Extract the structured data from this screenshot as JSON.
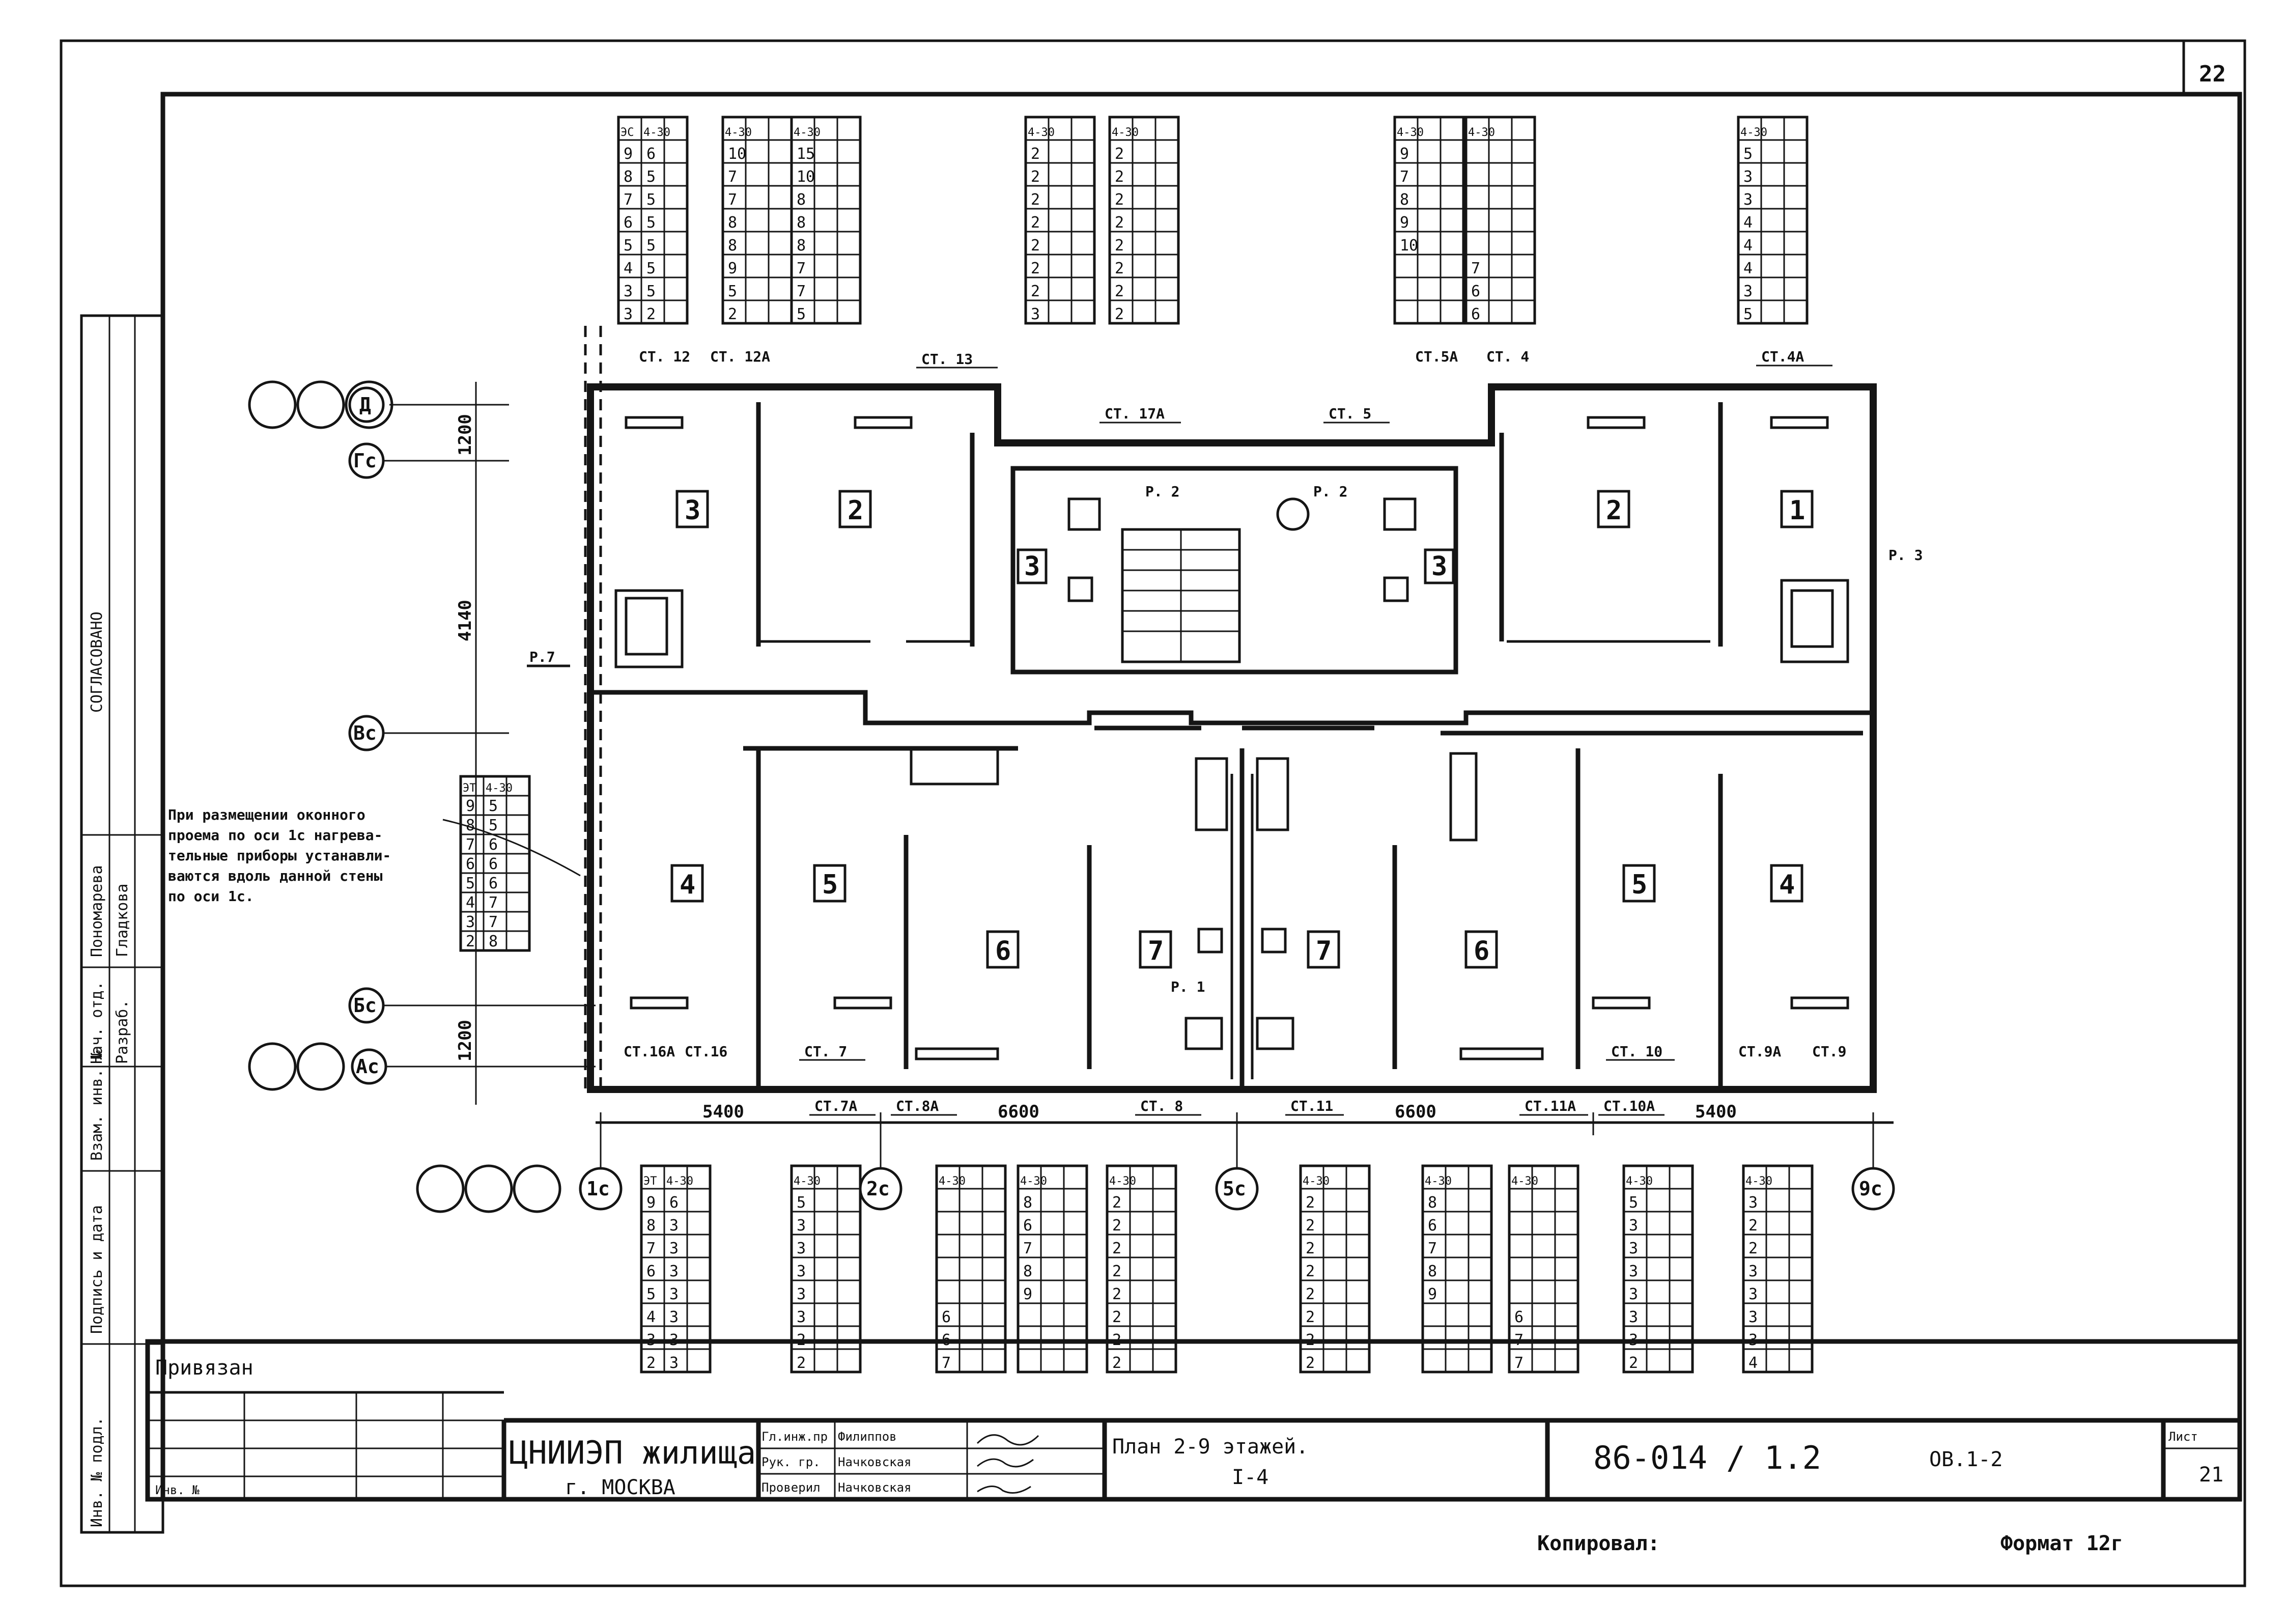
{
  "sheet_corner_number": "22",
  "pipe_legend": {
    "dia_label": "Д",
    "gs_label": "Гс",
    "vs_label": "Вс",
    "bs_label": "Бс",
    "as_label": "Ас"
  },
  "axes": [
    "1с",
    "2с",
    "5с",
    "9с"
  ],
  "dimensions": {
    "d1": "5400",
    "d2": "6600",
    "d3": "6600",
    "d4": "5400",
    "v1": "1200",
    "v2": "4140",
    "v3": "1200"
  },
  "risers": {
    "st13": "СТ. 13",
    "st12": "СТ. 12",
    "st12a": "СТ. 12А",
    "st17a": "СТ. 17А",
    "st5": "СТ. 5",
    "st5a": "СТ.5А",
    "st4": "СТ. 4",
    "st4a": "СТ.4А",
    "st16a": "СТ.16А",
    "st16": "СТ.16",
    "st7": "СТ. 7",
    "st7a": "СТ.7А",
    "st8a": "СТ.8А",
    "st8": "СТ. 8",
    "st11": "СТ.11",
    "st11a": "СТ.11А",
    "st10a": "СТ.10А",
    "st10": "СТ. 10",
    "st9a": "СТ.9А",
    "st9": "СТ.9"
  },
  "drains": {
    "r2": "Р. 2",
    "r2b": "Р. 2",
    "r3": "Р. 3",
    "r1": "Р. 1",
    "r7": "Р.7"
  },
  "rooms": {
    "top_left_a": "3",
    "top_left_b": "2",
    "stair_left": "3",
    "stair_right": "3",
    "top_right_a": "2",
    "top_right_b": "1",
    "bot_4l": "4",
    "bot_5l": "5",
    "bot_6l": "6",
    "bot_7l": "7",
    "bot_7r": "7",
    "bot_6r": "6",
    "bot_5r": "5",
    "bot_4r": "4"
  },
  "note_text": [
    "При размещении оконного",
    "проема по оси 1с нагрева-",
    "тельные приборы устанавли-",
    "ваются вдоль данной стены",
    "по оси 1с."
  ],
  "top_tables": [
    {
      "headers": [
        "ЭС",
        "4-30"
      ],
      "cols": 2,
      "values": [
        [
          "9",
          "6"
        ],
        [
          "8",
          "5"
        ],
        [
          "7",
          "5"
        ],
        [
          "6",
          "5"
        ],
        [
          "5",
          "5"
        ],
        [
          "4",
          "5"
        ],
        [
          "3",
          "5"
        ],
        [
          "3",
          "2"
        ]
      ]
    },
    {
      "headers": [
        "4-30",
        ""
      ],
      "cols": 2,
      "values": [
        [
          "10",
          ""
        ],
        [
          "7",
          ""
        ],
        [
          "7",
          ""
        ],
        [
          "8",
          ""
        ],
        [
          "8",
          ""
        ],
        [
          "9",
          ""
        ],
        [
          "5",
          ""
        ],
        [
          "2",
          ""
        ]
      ]
    },
    {
      "headers": [
        "4-30",
        ""
      ],
      "cols": 2,
      "values": [
        [
          "15",
          ""
        ],
        [
          "10",
          ""
        ],
        [
          "8",
          ""
        ],
        [
          "8",
          ""
        ],
        [
          "8",
          ""
        ],
        [
          "7",
          ""
        ],
        [
          "7",
          ""
        ],
        [
          "5",
          ""
        ]
      ]
    },
    {
      "headers": [
        "4-30",
        ""
      ],
      "cols": 2,
      "values": [
        [
          "2",
          ""
        ],
        [
          "2",
          ""
        ],
        [
          "2",
          ""
        ],
        [
          "2",
          ""
        ],
        [
          "2",
          ""
        ],
        [
          "2",
          ""
        ],
        [
          "2",
          ""
        ],
        [
          "3",
          ""
        ]
      ]
    },
    {
      "headers": [
        "4-30",
        ""
      ],
      "cols": 2,
      "values": [
        [
          "2",
          ""
        ],
        [
          "2",
          ""
        ],
        [
          "2",
          ""
        ],
        [
          "2",
          ""
        ],
        [
          "2",
          ""
        ],
        [
          "2",
          ""
        ],
        [
          "2",
          ""
        ],
        [
          "2",
          ""
        ]
      ]
    },
    {
      "headers": [
        "4-30",
        ""
      ],
      "cols": 2,
      "values": [
        [
          "9",
          ""
        ],
        [
          "7",
          ""
        ],
        [
          "8",
          ""
        ],
        [
          "9",
          ""
        ],
        [
          "10",
          ""
        ],
        [
          "",
          ""
        ],
        [
          "",
          ""
        ],
        [
          "",
          ""
        ]
      ]
    },
    {
      "headers": [
        "4-30",
        ""
      ],
      "cols": 2,
      "values": [
        [
          "",
          ""
        ],
        [
          "",
          ""
        ],
        [
          "",
          ""
        ],
        [
          "",
          ""
        ],
        [
          "",
          ""
        ],
        [
          "7",
          ""
        ],
        [
          "6",
          ""
        ],
        [
          "6",
          ""
        ]
      ]
    },
    {
      "headers": [
        "4-30",
        ""
      ],
      "cols": 2,
      "values": [
        [
          "5",
          ""
        ],
        [
          "3",
          ""
        ],
        [
          "3",
          ""
        ],
        [
          "4",
          ""
        ],
        [
          "4",
          ""
        ],
        [
          "4",
          ""
        ],
        [
          "3",
          ""
        ],
        [
          "5",
          ""
        ]
      ]
    }
  ],
  "left_table": {
    "headers": [
      "ЭТ",
      "4-30"
    ],
    "values": [
      [
        "9",
        "5"
      ],
      [
        "8",
        "5"
      ],
      [
        "7",
        "6"
      ],
      [
        "6",
        "6"
      ],
      [
        "5",
        "6"
      ],
      [
        "4",
        "7"
      ],
      [
        "3",
        "7"
      ],
      [
        "2",
        "8"
      ]
    ]
  },
  "bottom_tables": [
    {
      "headers": [
        "ЭТ",
        "4-30"
      ],
      "values": [
        [
          "9",
          "6"
        ],
        [
          "8",
          "3"
        ],
        [
          "7",
          "3"
        ],
        [
          "6",
          "3"
        ],
        [
          "5",
          "3"
        ],
        [
          "4",
          "3"
        ],
        [
          "3",
          "3"
        ],
        [
          "2",
          "3"
        ]
      ]
    },
    {
      "headers": [
        "4-30",
        ""
      ],
      "values": [
        [
          "5",
          ""
        ],
        [
          "3",
          ""
        ],
        [
          "3",
          ""
        ],
        [
          "3",
          ""
        ],
        [
          "3",
          ""
        ],
        [
          "3",
          ""
        ],
        [
          "2",
          ""
        ],
        [
          "2",
          ""
        ]
      ]
    },
    {
      "headers": [
        "4-30",
        ""
      ],
      "values": [
        [
          "",
          ""
        ],
        [
          "",
          ""
        ],
        [
          "",
          ""
        ],
        [
          "",
          ""
        ],
        [
          "",
          ""
        ],
        [
          "6",
          ""
        ],
        [
          "6",
          ""
        ],
        [
          "7",
          ""
        ]
      ]
    },
    {
      "headers": [
        "4-30",
        ""
      ],
      "values": [
        [
          "8",
          ""
        ],
        [
          "6",
          ""
        ],
        [
          "7",
          ""
        ],
        [
          "8",
          ""
        ],
        [
          "9",
          ""
        ],
        [
          "",
          ""
        ],
        [
          "",
          ""
        ],
        [
          "",
          ""
        ]
      ]
    },
    {
      "headers": [
        "4-30",
        ""
      ],
      "values": [
        [
          "2",
          ""
        ],
        [
          "2",
          ""
        ],
        [
          "2",
          ""
        ],
        [
          "2",
          ""
        ],
        [
          "2",
          ""
        ],
        [
          "2",
          ""
        ],
        [
          "2",
          ""
        ],
        [
          "2",
          ""
        ]
      ]
    },
    {
      "headers": [
        "4-30",
        ""
      ],
      "values": [
        [
          "2",
          ""
        ],
        [
          "2",
          ""
        ],
        [
          "2",
          ""
        ],
        [
          "2",
          ""
        ],
        [
          "2",
          ""
        ],
        [
          "2",
          ""
        ],
        [
          "2",
          ""
        ],
        [
          "2",
          ""
        ]
      ]
    },
    {
      "headers": [
        "4-30",
        ""
      ],
      "values": [
        [
          "8",
          ""
        ],
        [
          "6",
          ""
        ],
        [
          "7",
          ""
        ],
        [
          "8",
          ""
        ],
        [
          "9",
          ""
        ],
        [
          "",
          ""
        ],
        [
          "",
          ""
        ],
        [
          "",
          ""
        ]
      ]
    },
    {
      "headers": [
        "4-30",
        ""
      ],
      "values": [
        [
          "",
          ""
        ],
        [
          "",
          ""
        ],
        [
          "",
          ""
        ],
        [
          "",
          ""
        ],
        [
          "",
          ""
        ],
        [
          "6",
          ""
        ],
        [
          "7",
          ""
        ],
        [
          "7",
          ""
        ]
      ]
    },
    {
      "headers": [
        "4-30",
        ""
      ],
      "values": [
        [
          "5",
          ""
        ],
        [
          "3",
          ""
        ],
        [
          "3",
          ""
        ],
        [
          "3",
          ""
        ],
        [
          "3",
          ""
        ],
        [
          "3",
          ""
        ],
        [
          "3",
          ""
        ],
        [
          "2",
          ""
        ]
      ]
    },
    {
      "headers": [
        "4-30",
        ""
      ],
      "values": [
        [
          "3",
          ""
        ],
        [
          "2",
          ""
        ],
        [
          "2",
          ""
        ],
        [
          "3",
          ""
        ],
        [
          "3",
          ""
        ],
        [
          "3",
          ""
        ],
        [
          "3",
          ""
        ],
        [
          "4",
          ""
        ]
      ]
    }
  ],
  "title_block": {
    "privyazan": "Привязан",
    "inv_no": "Инв. №",
    "org": "ЦНИИЭП жилища",
    "city": "г. МОСКВА",
    "role1": "Гл.инж.пр",
    "name1": "Филиппов",
    "role2": "Рук. гр.",
    "name2": "Начковская",
    "role3": "Проверил",
    "name3": "Начковская",
    "sheet_title": "План 2-9 этажей.",
    "section": "I-4",
    "code": "86-014 / 1.2",
    "stage": "ОВ.1-2",
    "list_label": "Лист",
    "list_no": "21",
    "copied": "Копировал:",
    "format": "Формат 12г"
  },
  "margin_labels": {
    "m1": "Инв. № подл.",
    "m2": "Подпись и дата",
    "m3": "Взам. инв. №",
    "m4": "Нач. отд.",
    "m5": "Разраб.",
    "m6": "Пономарева",
    "m7": "Гладкова",
    "m8": "СОГЛАСОВАНО"
  }
}
